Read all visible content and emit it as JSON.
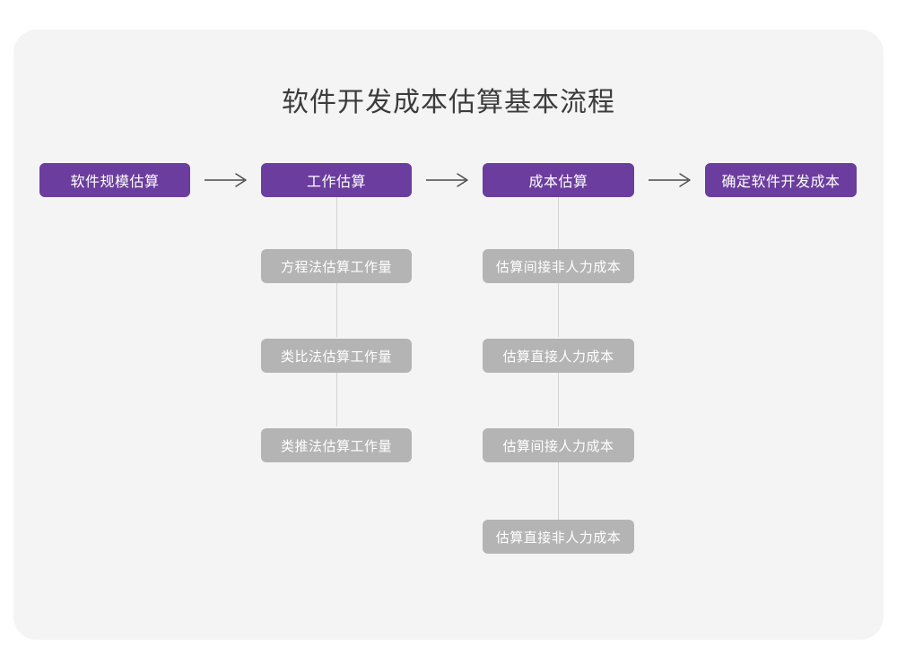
{
  "diagram": {
    "title": "软件开发成本估算基本流程",
    "type": "flowchart",
    "colors": {
      "canvas_background": "#ffffff",
      "card_background": "#f4f4f4",
      "primary_node": "#6b3d9e",
      "secondary_node": "#b4b4b4",
      "node_text": "#ffffff",
      "title_text": "#3c3c3c",
      "connector_line": "#d4d4d4",
      "arrow": "#4a4a4a"
    },
    "main_flow": [
      {
        "id": "step-1",
        "label": "软件规模估算"
      },
      {
        "id": "step-2",
        "label": "工作估算"
      },
      {
        "id": "step-3",
        "label": "成本估算"
      },
      {
        "id": "step-4",
        "label": "确定软件开发成本"
      }
    ],
    "arrows": [
      {
        "id": "arrow-1",
        "from": "软件规模估算",
        "to": "工作估算",
        "glyph": "→"
      },
      {
        "id": "arrow-2",
        "from": "工作估算",
        "to": "成本估算",
        "glyph": "→"
      },
      {
        "id": "arrow-3",
        "from": "成本估算",
        "to": "确定软件开发成本",
        "glyph": "→"
      }
    ],
    "branches": [
      {
        "parent": "工作估算",
        "items": [
          {
            "id": "work-1",
            "label": "方程法估算工作量"
          },
          {
            "id": "work-2",
            "label": "类比法估算工作量"
          },
          {
            "id": "work-3",
            "label": "类推法估算工作量"
          }
        ]
      },
      {
        "parent": "成本估算",
        "items": [
          {
            "id": "cost-1",
            "label": "估算间接非人力成本"
          },
          {
            "id": "cost-2",
            "label": "估算直接人力成本"
          },
          {
            "id": "cost-3",
            "label": "估算间接人力成本"
          },
          {
            "id": "cost-4",
            "label": "估算直接非人力成本"
          }
        ]
      }
    ]
  }
}
